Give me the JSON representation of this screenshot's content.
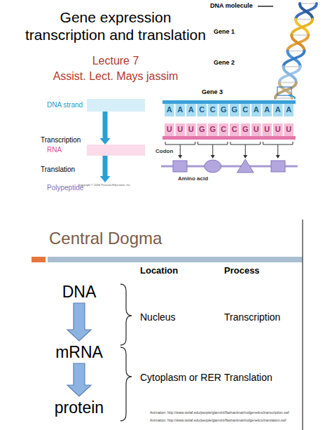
{
  "diagram": {
    "title": "Gene expression transcription and translation",
    "nodes": [
      {
        "text": [
          "DNA strand"
        ]
      },
      {
        "text": [
          "RNA"
        ]
      },
      {
        "text": [
          "Polypeptide"
        ]
      },
      {
        "text": [
          "DNA"
        ]
      },
      {
        "text": [
          "mRNA"
        ]
      },
      {
        "text": [
          "protein"
        ]
      }
    ],
    "edges": [
      {
        "from": 0,
        "to": 1,
        "arrow": "to",
        "label": "Transcription"
      },
      {
        "from": 1,
        "to": 2,
        "arrow": "to",
        "label": "Translation"
      },
      {
        "from": 3,
        "to": 4,
        "arrow": "to"
      },
      {
        "from": 4,
        "to": 5,
        "arrow": "to"
      }
    ],
    "labels": [
      "Lecture 7",
      "Assist. Lect. Mays jassim",
      "DNA molecule",
      "Gene 1",
      "Gene 2",
      "Gene 3",
      "A",
      "A",
      "A",
      "C",
      "C",
      "G",
      "G",
      "C",
      "A",
      "A",
      "A",
      "A",
      "U",
      "U",
      "U",
      "G",
      "G",
      "C",
      "C",
      "G",
      "U",
      "U",
      "U",
      "U",
      "Codon",
      "Amino acid",
      "Copyright © 2006 Pearson Education, Inc.",
      "Central Dogma",
      "Location",
      "Process",
      "Nucleus",
      "Transcription",
      "Cytoplasm or RER",
      "Translation",
      "Animation: http://www.stolaf.edu/people/giannini/flashanimat/molgenetics/transcription.swf",
      "Animation: http://www.stolaf.edu/people/giannini/flashanimat/molgenetics/translation.swf"
    ]
  }
}
